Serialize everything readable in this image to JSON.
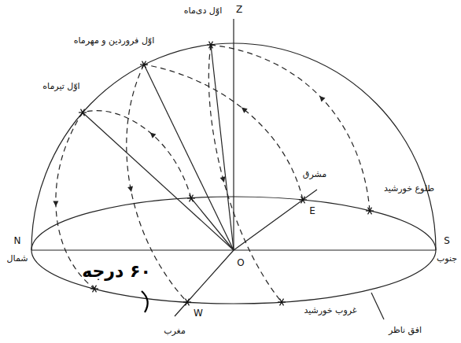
{
  "diagram": {
    "labels": [
      "Z",
      "اوّل دی‌ماه",
      "اوّل فروردین و مهرماه",
      "اوّل تیرماه",
      "مشرق",
      "طلوع خورشید",
      "E",
      "N",
      "شمال",
      "S",
      "جنوب",
      "O",
      "۶۰ درجه",
      "W",
      "غروب خورشید",
      "مغرب",
      "افق ناظر"
    ]
  }
}
